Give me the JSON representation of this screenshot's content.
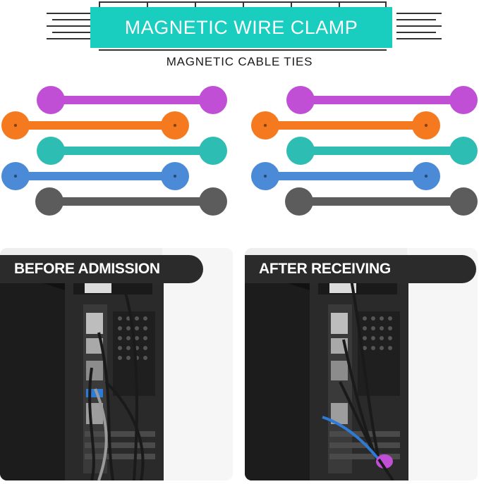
{
  "banner": {
    "title": "MAGNETIC WIRE CLAMP",
    "subtitle": "MAGNETIC CABLE TIES",
    "color": "#19cdbf"
  },
  "ties": {
    "colors": [
      "#c04fd6",
      "#f57a1f",
      "#2dbdb3",
      "#4a8ad6",
      "#5c5c5c"
    ]
  },
  "before_photo": {
    "label": "BEFORE ADMISSION"
  },
  "after_photo": {
    "label": "AFTER RECEIVING"
  }
}
